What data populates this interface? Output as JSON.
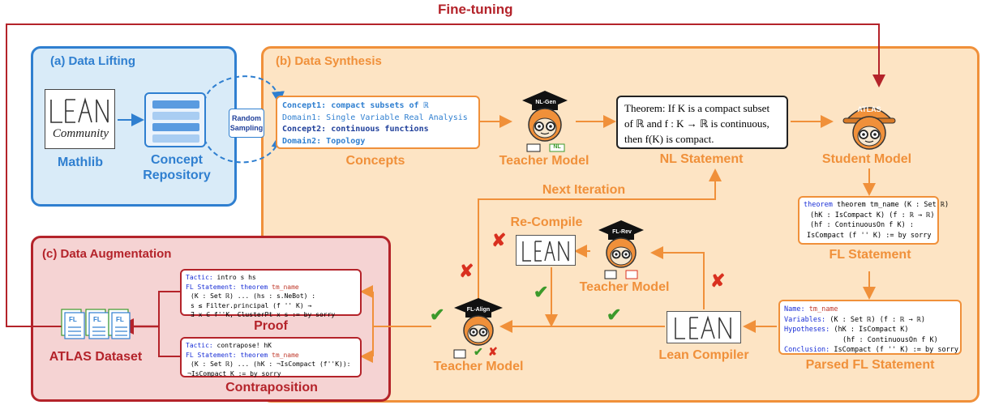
{
  "top_label": "Fine-tuning",
  "panels": {
    "lifting": {
      "title": "(a) Data Lifting"
    },
    "synthesis": {
      "title": "(b) Data Synthesis"
    },
    "augmentation": {
      "title": "(c) Data Augmentation"
    }
  },
  "lean_logo": {
    "text": "LEAN",
    "community": "Community"
  },
  "lifting": {
    "mathlib_label": "Mathlib",
    "concept_repo_line1": "Concept",
    "concept_repo_line2": "Repository",
    "random_sampling_line1": "Random",
    "random_sampling_line2": "Sampling"
  },
  "concepts": {
    "label": "Concepts",
    "lines": [
      "Concept1: compact subsets of ℝ",
      "Domain1: Single Variable Real Analysis",
      "Concept2: continuous functions",
      "Domain2: Topology"
    ]
  },
  "teacher_nl_gen": {
    "badge": "NL-Gen",
    "label": "Teacher Model",
    "io_out": "NL"
  },
  "nl_statement": {
    "label": "NL Statement",
    "lines": [
      "Theorem: If K is a compact subset",
      "of ℝ and f : K → ℝ is continuous,",
      "then f(K) is compact."
    ]
  },
  "student": {
    "badge": "ATLAS",
    "label": "Student Model"
  },
  "fl_statement": {
    "label": "FL Statement",
    "lines": [
      "theorem tm_name (K : Set ℝ)",
      "(hK : IsCompact K) (f : ℝ → ℝ)",
      "(hf : ContinuousOn f K) :",
      "IsCompact (f '' K) := by sorry"
    ]
  },
  "parsed_fl": {
    "label": "Parsed FL Statement",
    "name_key": "Name:",
    "name_val": "tm_name",
    "vars_key": "Variables:",
    "vars_val": "(K : Set ℝ) (f : ℝ → ℝ)",
    "hyp_key": "Hypotheses:",
    "hyp_val1": "(hK : IsCompact K)",
    "hyp_val2": "(hf : ContinuousOn f K)",
    "concl_key": "Conclusion:",
    "concl_val": "IsCompact (f '' K) := by sorry"
  },
  "lean_compiler": {
    "label": "Lean Compiler"
  },
  "recompile": {
    "label": "Re-Compile"
  },
  "teacher_fl_rev": {
    "badge": "FL-Rev",
    "label": "Teacher Model"
  },
  "teacher_fl_align": {
    "badge": "FL-Align",
    "label": "Teacher Model"
  },
  "next_iteration": "Next Iteration",
  "proof": {
    "label": "Proof",
    "tactic_key": "Tactic:",
    "tactic_val": "intro s hs",
    "fl_key": "FL Statement:",
    "fl_kw": "theorem",
    "fl_name": "tm_name",
    "line2": "(K : Set ℝ) ... (hs : s.NeBot) :",
    "line3": "s ≤ Filter.principal (f '' K) →",
    "line4": "∃ x ∈ f''K, ClusterPt x s := by sorry"
  },
  "contraposition": {
    "label": "Contraposition",
    "tactic_key": "Tactic:",
    "tactic_val": "contrapose! hK",
    "fl_key": "FL Statement:",
    "fl_kw": "theorem",
    "fl_name": "tm_name",
    "line2": "(K : Set ℝ) ... (hK : ¬IsCompact (f''K)):",
    "line3": "¬IsCompact K := by sorry"
  },
  "dataset": {
    "label": "ATLAS Dataset",
    "file_tag": "FL"
  },
  "icons": {
    "check": "check-mark-icon",
    "cross": "cross-mark-icon"
  },
  "colors": {
    "lifting": "#2f7fd0",
    "synthesis": "#f0903a",
    "augmentation": "#b4232a",
    "fine_tuning": "#b4232a",
    "check": "#3c9a2b",
    "cross": "#d9301f"
  }
}
